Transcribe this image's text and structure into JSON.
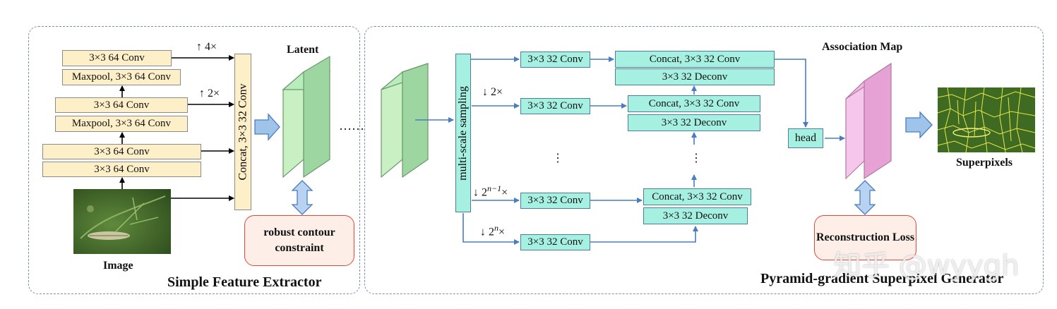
{
  "left_panel": {
    "title": "Simple Feature Extractor",
    "image_label": "Image",
    "convs": [
      "3×3 64 Conv",
      "Maxpool,  3×3 64 Conv",
      "3×3 64 Conv",
      "Maxpool,  3×3 64 Conv",
      "3×3 64 Conv",
      "3×3 64 Conv"
    ],
    "up4": "↑ 4×",
    "up2": "↑ 2×",
    "concat": "Concat,  3×3 32 Conv",
    "latent_label": "Latent",
    "constraint": "robust contour constraint",
    "ellipsis": "……"
  },
  "right_panel": {
    "title": "Pyramid-gradient Superpixel Generator",
    "sampling": "multi-scale  sampling",
    "down2": "↓ 2×",
    "down_n1_prefix": "↓ 2",
    "down_n1_sup": "n−1",
    "down_n_prefix": "↓ 2",
    "down_n_sup": "n",
    "times": "×",
    "conv32": [
      "3×3 32 Conv",
      "3×3 32 Conv",
      "3×3 32 Conv",
      "3×3 32 Conv"
    ],
    "concat_rows": [
      "Concat, 3×3 32 Conv",
      "Concat, 3×3 32 Conv",
      "Concat, 3×3 32 Conv"
    ],
    "deconv_rows": [
      "3×3 32 Deconv",
      "3×3 32 Deconv",
      "3×3 32 Deconv"
    ],
    "vdots": "⋮",
    "head": "head",
    "assoc_label": "Association Map",
    "superpixels_label": "Superpixels",
    "loss": "Reconstruction Loss"
  },
  "watermark": "知乎 @wyygh",
  "colors": {
    "conv_yellow": "#fdefc8",
    "conv_teal": "#a6f0e2",
    "latent_green": "#b9ecbd",
    "assoc_pink": "#f2b6e0",
    "constraint_border": "#e04a3a",
    "arrow_blue": "#4a7cc0",
    "big_arrow_fill": "#9fc4ea"
  }
}
